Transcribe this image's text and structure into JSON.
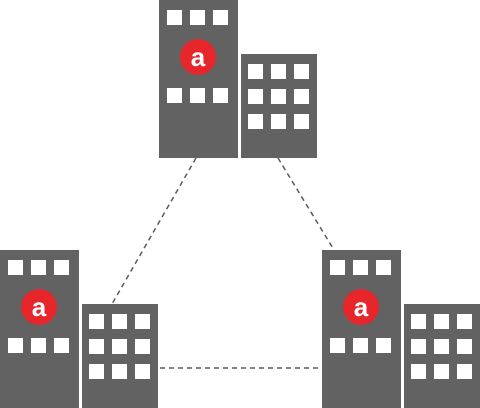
{
  "diagram": {
    "description_alt": "",
    "colors": {
      "building": "#626262",
      "window": "#ffffff",
      "logo_circle": "#e6262b",
      "logo_letter": "#ffffff",
      "connector": "#5a5a5a",
      "background": "#ffffff"
    },
    "nodes": [
      {
        "id": "site-top",
        "logo_letter": "a",
        "icon": "office-buildings-icon"
      },
      {
        "id": "site-bottom-left",
        "logo_letter": "a",
        "icon": "office-buildings-icon"
      },
      {
        "id": "site-bottom-right",
        "logo_letter": "a",
        "icon": "office-buildings-icon"
      }
    ],
    "connections": [
      {
        "from": "site-top",
        "to": "site-bottom-left",
        "style": "dashed"
      },
      {
        "from": "site-top",
        "to": "site-bottom-right",
        "style": "dashed"
      },
      {
        "from": "site-bottom-left",
        "to": "site-bottom-right",
        "style": "dashed"
      }
    ]
  }
}
